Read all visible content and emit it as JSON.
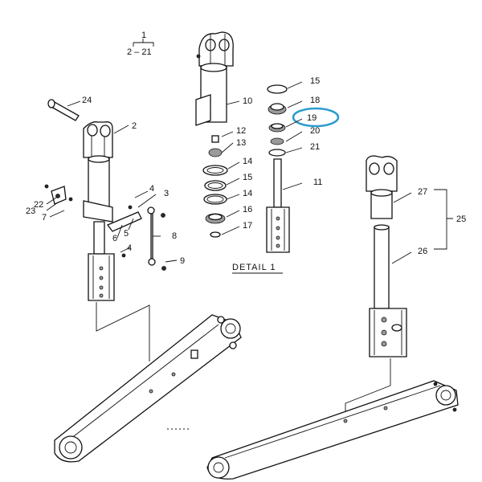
{
  "assembly": {
    "index": "1",
    "range": "2 – 21"
  },
  "detail_caption": "DETAIL 1",
  "highlight_color": "#2b9bd0",
  "callouts": {
    "c24": "24",
    "c2": "2",
    "c22": "22",
    "c23": "23",
    "c7": "7",
    "c4a": "4",
    "c3": "3",
    "c6": "6",
    "c5": "5",
    "c8": "8",
    "c4b": "4",
    "c9": "9",
    "c10": "10",
    "c12": "12",
    "c13": "13",
    "c14a": "14",
    "c15a": "15",
    "c14b": "14",
    "c16": "16",
    "c17": "17",
    "c15b": "15",
    "c18": "18",
    "c19": "19",
    "c20": "20",
    "c21": "21",
    "c11": "11",
    "c27": "27",
    "c25": "25",
    "c26": "26"
  }
}
